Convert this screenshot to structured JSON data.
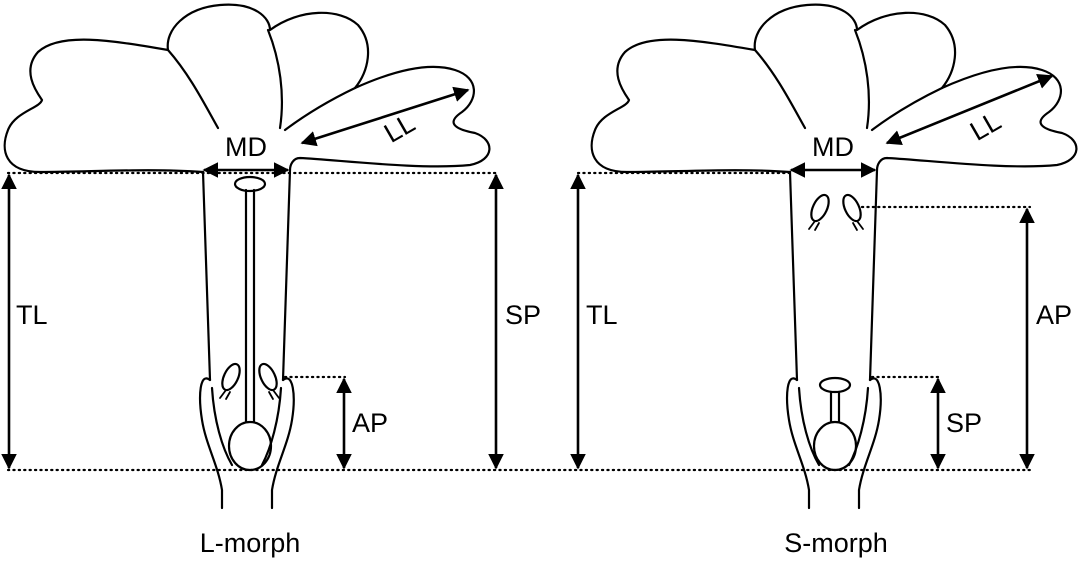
{
  "figure": {
    "panels": [
      {
        "id": "l-morph",
        "caption": "L-morph",
        "labels": {
          "md": "MD",
          "ll": "LL",
          "tl": "TL",
          "sp": "SP",
          "ap": "AP"
        }
      },
      {
        "id": "s-morph",
        "caption": "S-morph",
        "labels": {
          "md": "MD",
          "ll": "LL",
          "tl": "TL",
          "sp": "SP",
          "ap": "AP"
        }
      }
    ]
  }
}
